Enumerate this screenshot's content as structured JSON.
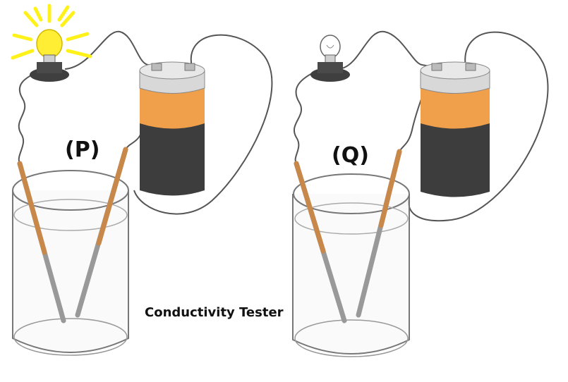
{
  "setups": [
    {
      "label": "(P)",
      "bulb_state": "lit"
    },
    {
      "label": "(Q)",
      "bulb_state": "unlit"
    }
  ],
  "caption": "Conductivity Tester",
  "colors": {
    "wire": "#555555",
    "battery_body": "#3d3d3d",
    "battery_band": "#f0a04a",
    "battery_top": "#d8d8d8",
    "electrode": "#c8884a",
    "bulb_glow": "#ffee33",
    "bulb_rays": "#fff21a",
    "socket": "#3f3f3f"
  }
}
